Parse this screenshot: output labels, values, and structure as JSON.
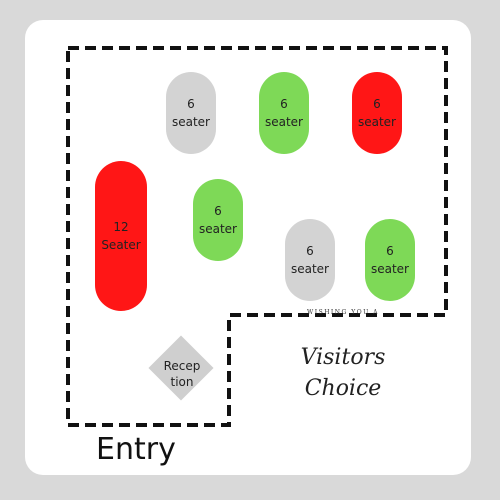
{
  "colors": {
    "background": "#d9d9d9",
    "card": "#ffffff",
    "outline": "#111111",
    "available": "#7ed957",
    "reserved": "#ff1616",
    "unavailable": "#d3d3d3",
    "reception": "#cfcfcf"
  },
  "tables": [
    {
      "label": "6\nseater",
      "status": "unavailable"
    },
    {
      "label": "6\nseater",
      "status": "available"
    },
    {
      "label": "6\nseater",
      "status": "reserved"
    },
    {
      "label": "12\nSeater",
      "status": "reserved"
    },
    {
      "label": "6\nseater",
      "status": "available"
    },
    {
      "label": "6\nseater",
      "status": "unavailable"
    },
    {
      "label": "6\nseater",
      "status": "available"
    }
  ],
  "reception": {
    "label": "Recep\ntion"
  },
  "brand": {
    "tagline": "WISHING YOU A",
    "line1": "Visitors",
    "line2": "Choice"
  },
  "entry_label": "Entry"
}
